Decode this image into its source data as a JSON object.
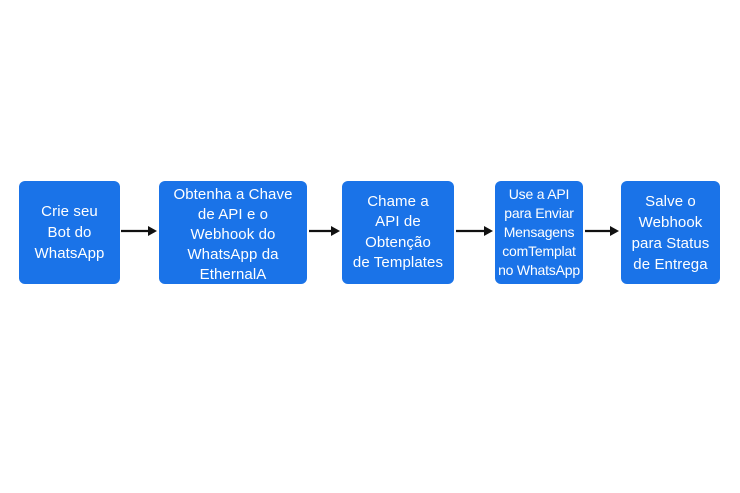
{
  "flow": {
    "steps": [
      {
        "label": "Crie seu\nBot do\nWhatsApp"
      },
      {
        "label": "Obtenha a Chave\nde API e o\nWebhook do\nWhatsApp da\nEthernalA"
      },
      {
        "label": "Chame a\nAPI de\nObtenção\nde Templates"
      },
      {
        "label": "Use a API\npara Enviar\nMensagens\ncomTemplat\nno WhatsApp"
      },
      {
        "label": "Salve o\nWebhook\npara Status\nde Entrega"
      }
    ],
    "colors": {
      "box_fill": "#1a73e8",
      "box_text": "#ffffff",
      "arrow": "#111111"
    }
  }
}
